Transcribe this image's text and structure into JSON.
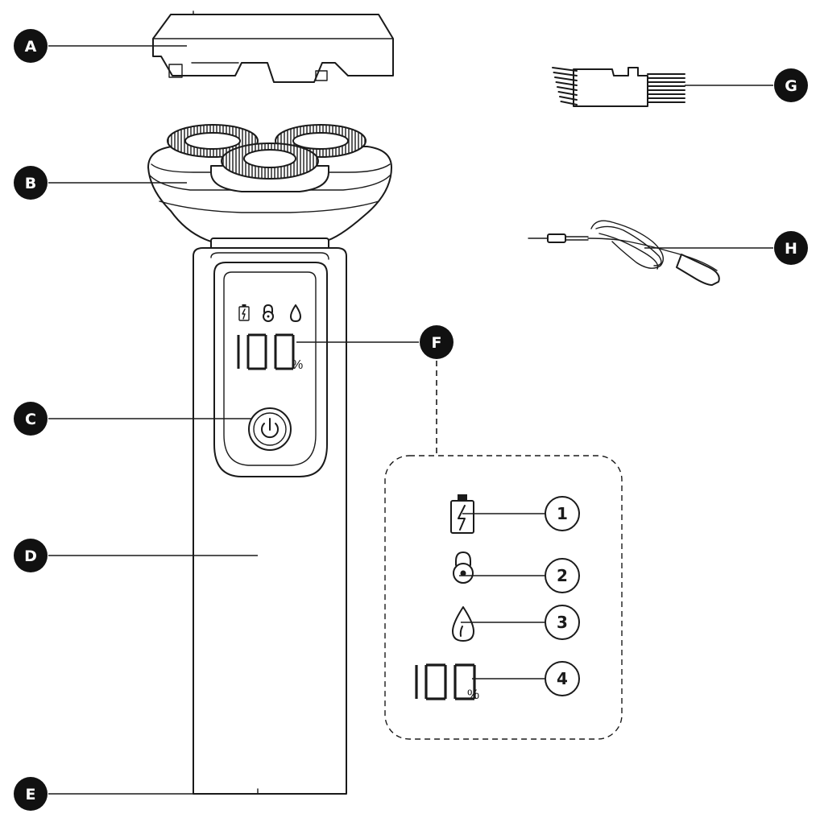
{
  "labels": {
    "a": "A",
    "b": "B",
    "c": "C",
    "d": "D",
    "e": "E",
    "f": "F",
    "g": "G",
    "h": "H"
  },
  "display": {
    "reading": "100",
    "unit": "%"
  },
  "callouts": [
    "1",
    "2",
    "3",
    "4"
  ],
  "callout_display": {
    "reading": "100",
    "unit": "%"
  },
  "icons": {
    "battery": "battery-charging-icon",
    "lock": "padlock-icon",
    "water": "water-drop-icon",
    "power": "power-icon"
  },
  "colors": {
    "line": "#1a1a1a",
    "badge": "#111111",
    "background": "#ffffff"
  }
}
